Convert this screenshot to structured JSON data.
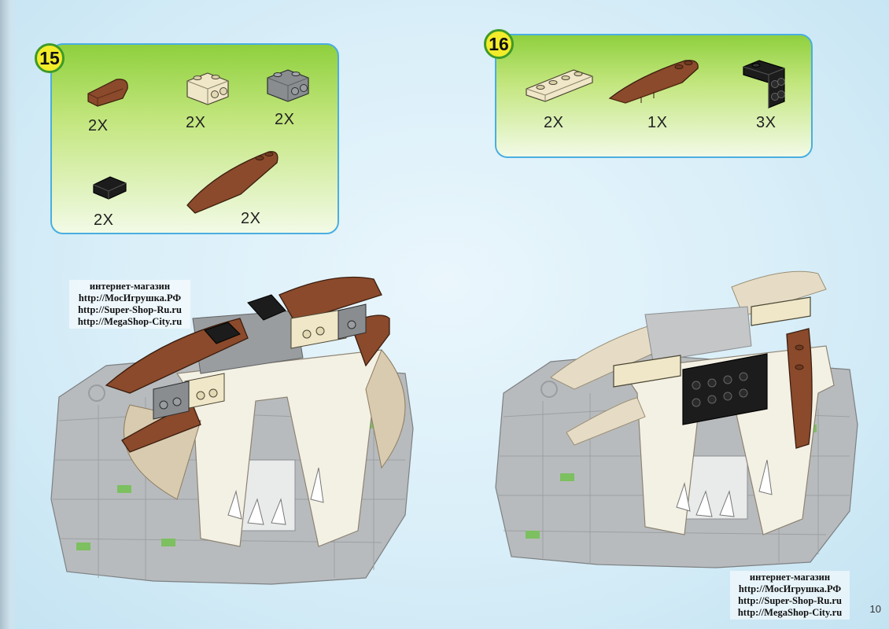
{
  "page": {
    "number": "10",
    "colors": {
      "background": "#d8eef8",
      "panel_border": "#4aaee0",
      "panel_top": "#8fd03e",
      "badge_fill": "#f3ec2a",
      "badge_ring": "#3e9a2a",
      "brick_brown": "#8b4a2b",
      "brick_tan": "#efe7c8",
      "brick_gray": "#8a8d90",
      "brick_black": "#1c1c1c"
    }
  },
  "watermark": {
    "line1": "интернет-магазин",
    "line2": "http://МосИгрушка.РФ",
    "line3": "http://Super-Shop-Ru.ru",
    "line4": "http://MegaShop-City.ru"
  },
  "steps": [
    {
      "number": "15",
      "parts": [
        {
          "icon": "brown-curved-slope-brick",
          "qty": "2X"
        },
        {
          "icon": "tan-1x2-side-stud-brick",
          "qty": "2X"
        },
        {
          "icon": "gray-1x2-side-stud-brick",
          "qty": "2X"
        },
        {
          "icon": "black-1x2-slope-brick",
          "qty": "2X"
        },
        {
          "icon": "brown-long-wedge-slope",
          "qty": "2X"
        }
      ]
    },
    {
      "number": "16",
      "parts": [
        {
          "icon": "tan-1x4-plate",
          "qty": "2X"
        },
        {
          "icon": "brown-wedge-plate",
          "qty": "1X"
        },
        {
          "icon": "black-bracket-1x2-2x2",
          "qty": "3X"
        }
      ]
    }
  ]
}
